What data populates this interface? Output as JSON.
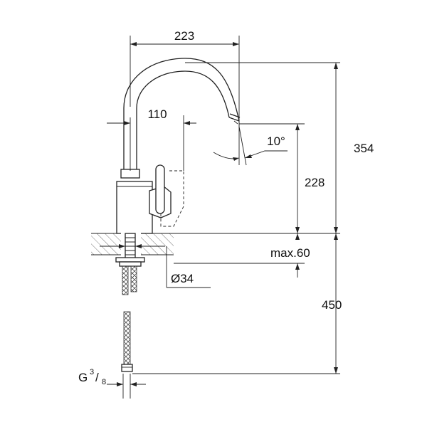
{
  "drawing": {
    "dimensions": {
      "spout_reach": "223",
      "lever_reach": "110",
      "spout_angle": "10°",
      "total_height": "354",
      "outlet_height": "228",
      "max_deck_thickness": "max.60",
      "hose_length": "450",
      "hole_diameter": "Ø34",
      "thread_main": "G",
      "thread_num": "3",
      "thread_den": "8"
    },
    "colors": {
      "line": "#222222",
      "background": "#ffffff"
    }
  }
}
